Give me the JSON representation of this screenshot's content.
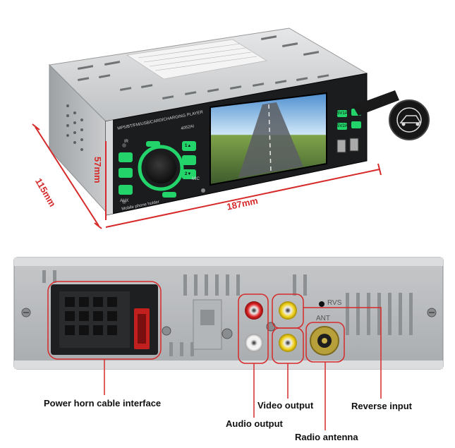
{
  "product": {
    "brand_line": "MP5/BT/FM/USB/CARD/CHARGING PLAYER",
    "model": "4052AI",
    "mic_label": "Mobile phone holder",
    "aux_label": "AUX",
    "ir_label": "IR",
    "mic_text": "MIC",
    "button_1": "1▲",
    "button_2": "2▼",
    "usb_label_1": "5V1A",
    "usb_label_2": "5V2A"
  },
  "dimensions": {
    "width": "187mm",
    "height": "57mm",
    "depth": "115mm"
  },
  "ports": {
    "power": "Power horn cable interface",
    "audio": "Audio output",
    "video": "Video output",
    "radio": "Radio antenna",
    "reverse": "Reverse input",
    "ant_text": "ANT",
    "rvs_text": "RVS"
  },
  "colors": {
    "dimension_red": "#d62a2a",
    "led_green": "#22d46a",
    "chassis_grey": "#b8bbbd"
  }
}
